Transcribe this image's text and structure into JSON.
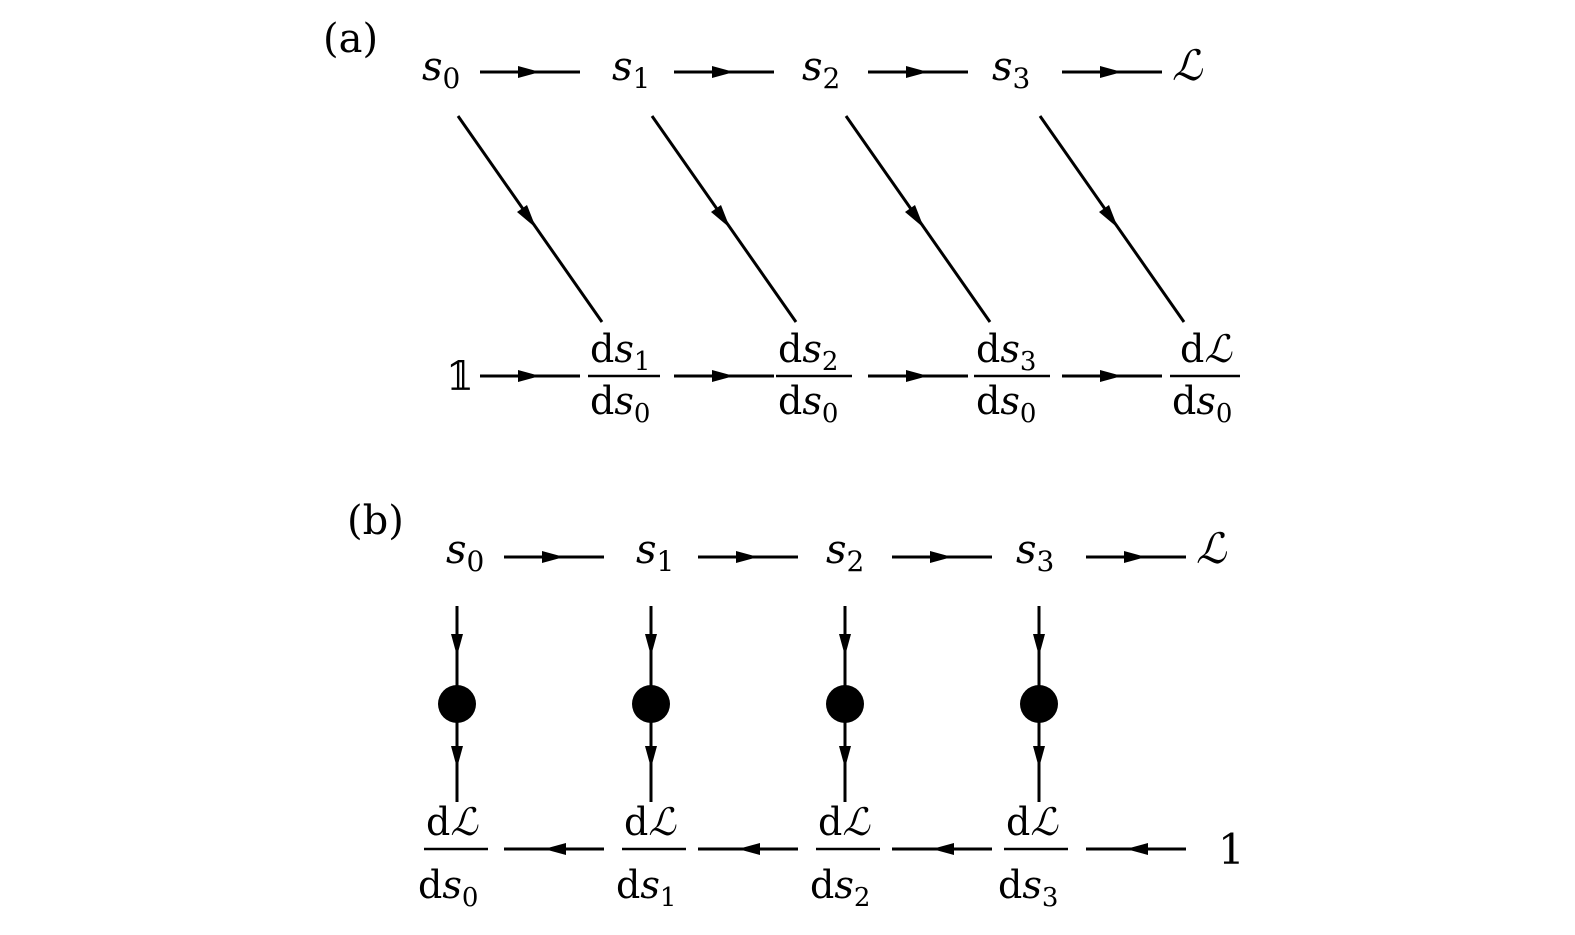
{
  "panels": [
    {
      "id": "a",
      "label": "(a)",
      "forward_nodes": [
        {
          "base": "s",
          "sub": "0"
        },
        {
          "base": "s",
          "sub": "1"
        },
        {
          "base": "s",
          "sub": "2"
        },
        {
          "base": "s",
          "sub": "3"
        },
        {
          "base": "ℒ",
          "sub": ""
        }
      ],
      "bottom_start": "𝟙",
      "bottom_nodes": [
        {
          "num": "d",
          "num_var": "s",
          "num_sub": "1",
          "den": "d",
          "den_var": "s",
          "den_sub": "0"
        },
        {
          "num": "d",
          "num_var": "s",
          "num_sub": "2",
          "den": "d",
          "den_var": "s",
          "den_sub": "0"
        },
        {
          "num": "d",
          "num_var": "s",
          "num_sub": "3",
          "den": "d",
          "den_var": "s",
          "den_sub": "0"
        },
        {
          "num": "d",
          "num_var": "ℒ",
          "num_sub": "",
          "den": "d",
          "den_var": "s",
          "den_sub": "0"
        }
      ]
    },
    {
      "id": "b",
      "label": "(b)",
      "forward_nodes": [
        {
          "base": "s",
          "sub": "0"
        },
        {
          "base": "s",
          "sub": "1"
        },
        {
          "base": "s",
          "sub": "2"
        },
        {
          "base": "s",
          "sub": "3"
        },
        {
          "base": "ℒ",
          "sub": ""
        }
      ],
      "bottom_end": "1",
      "bottom_nodes": [
        {
          "num": "d",
          "num_var": "ℒ",
          "num_sub": "",
          "den": "d",
          "den_var": "s",
          "den_sub": "0"
        },
        {
          "num": "d",
          "num_var": "ℒ",
          "num_sub": "",
          "den": "d",
          "den_var": "s",
          "den_sub": "1"
        },
        {
          "num": "d",
          "num_var": "ℒ",
          "num_sub": "",
          "den": "d",
          "den_var": "s",
          "den_sub": "2"
        },
        {
          "num": "d",
          "num_var": "ℒ",
          "num_sub": "",
          "den": "d",
          "den_var": "s",
          "den_sub": "3"
        }
      ]
    }
  ]
}
